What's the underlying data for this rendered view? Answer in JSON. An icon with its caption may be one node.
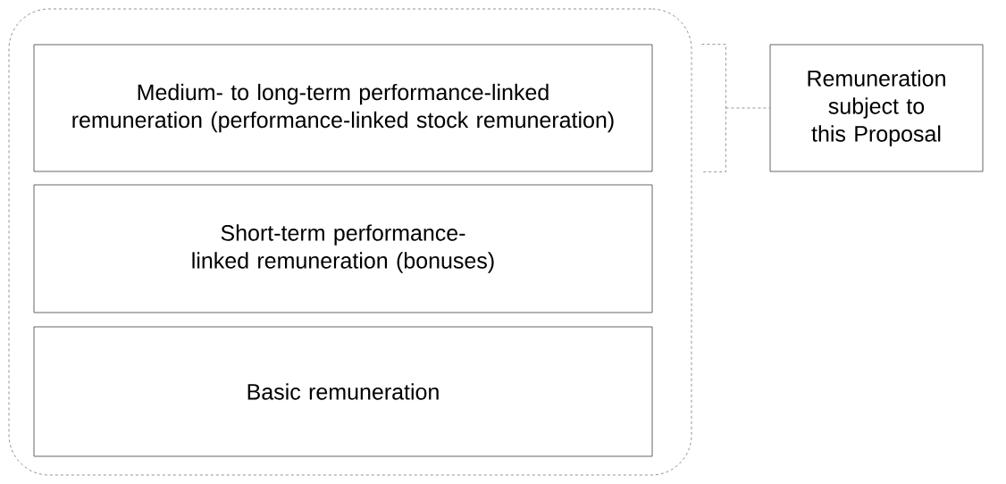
{
  "diagram": {
    "nodes": [
      {
        "text": [],
        "shape": "box"
      },
      {
        "text": [
          "Medium- to long-term performance-linked remuneration (performance-linked stock remuneration)"
        ],
        "in": 0
      },
      {
        "text": [
          "Short-term performance-linked remuneration (bonuses)"
        ],
        "in": 0
      },
      {
        "text": [
          "Basic remuneration"
        ],
        "in": 0
      },
      {
        "text": [
          "Remuneration subject to this Proposal"
        ]
      }
    ],
    "edges": [
      {
        "from": 1,
        "to": 4,
        "arrow": "none",
        "style": "dashed"
      }
    ]
  }
}
